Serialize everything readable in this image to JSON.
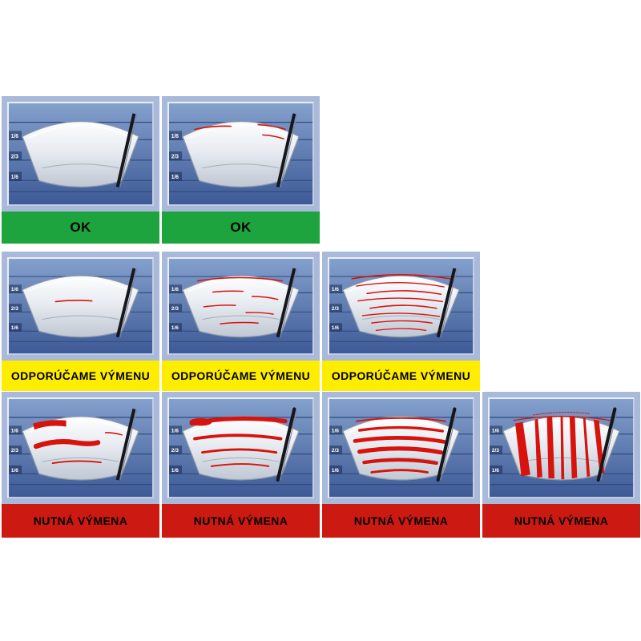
{
  "chart": {
    "scale_labels": [
      "1/6",
      "2/3",
      "1/6"
    ],
    "statuses": {
      "ok": {
        "label": "OK",
        "color": "#1ea43e",
        "text_color": "#000000"
      },
      "recommend": {
        "label": "ODPORÚČAME VÝMENU",
        "color": "#ffed00",
        "text_color": "#000000"
      },
      "required": {
        "label": "NUTNÁ VÝMENA",
        "color": "#cc1a12",
        "text_color": "#000000"
      }
    },
    "rows": [
      {
        "status": "ok",
        "cells": [
          {
            "severity": 0
          },
          {
            "severity": 1
          }
        ]
      },
      {
        "status": "recommend",
        "cells": [
          {
            "severity": 2
          },
          {
            "severity": 3
          },
          {
            "severity": 4
          }
        ]
      },
      {
        "status": "required",
        "cells": [
          {
            "severity": 5
          },
          {
            "severity": 6
          },
          {
            "severity": 7
          },
          {
            "severity": 8
          }
        ]
      }
    ],
    "colors": {
      "page_bg": "#ffffff",
      "cell_bg": "#a9b9da",
      "panel_top": "#84a0cc",
      "panel_bottom": "#3d5a97",
      "streak": "#d8120c",
      "blade": "#16171d",
      "scale_text": "#ffffff"
    }
  }
}
